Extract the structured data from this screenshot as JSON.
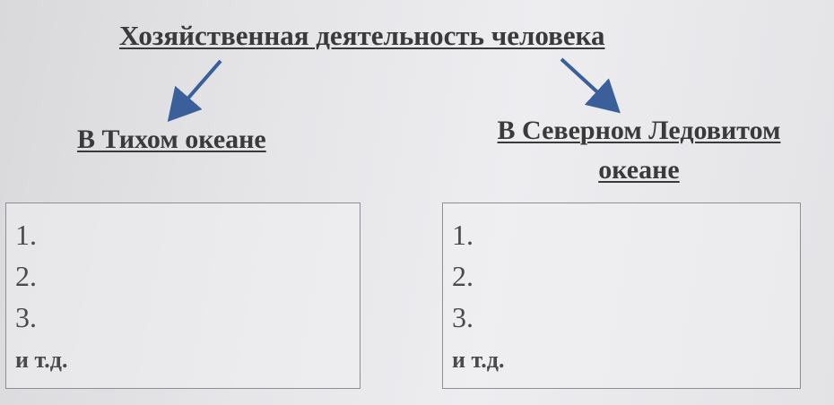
{
  "title": "Хозяйственная деятельность человека",
  "left": {
    "heading": "В Тихом океане",
    "items": [
      "1.",
      "2.",
      "3.",
      "и т.д."
    ]
  },
  "right": {
    "heading_line1": "В Северном Ледовитом",
    "heading_line2": "океане",
    "items": [
      "1.",
      "2.",
      "3.",
      "и т.д."
    ]
  },
  "colors": {
    "arrow": "#3a5f9a",
    "text": "#3a3a3a",
    "box_border": "#8a8f98"
  }
}
